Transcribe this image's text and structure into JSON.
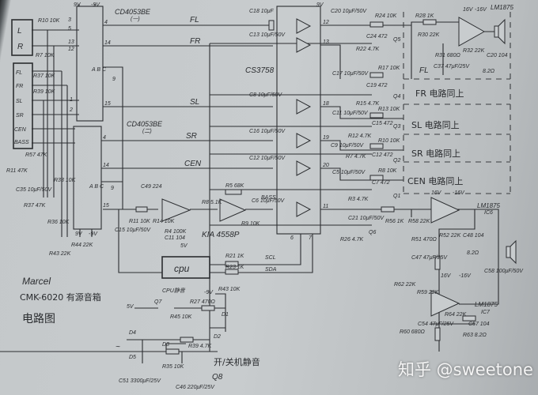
{
  "inputs": {
    "l": "L",
    "r": "R",
    "fl": "FL",
    "fr": "FR",
    "sl": "SL",
    "sr": "SR",
    "cen": "CEN",
    "bass": "BASS"
  },
  "chips": {
    "sw1": "CD4053BE",
    "sw1_sub": "(一)",
    "sw2": "CD4053BE",
    "sw2_sub": "(二)",
    "vol": "CS3758",
    "opamp": "KIA 4558P",
    "cpu": "cpu",
    "pa_top": "LM1875",
    "ic6": "LM1875",
    "ic6_sub": "IC6",
    "ic7": "LM1875",
    "ic7_sub": "IC7"
  },
  "signals": {
    "fl": "FL",
    "fr": "FR",
    "sl": "SL",
    "sr": "SR",
    "cen": "CEN",
    "bass": "BASS",
    "scl": "SCL",
    "sda": "SDA"
  },
  "rails": {
    "p9": "9V",
    "n9": "-9V",
    "p9b": "9V",
    "p16": "16V",
    "n16": "-16V",
    "p16b": "16V",
    "n16b": "-16V",
    "p16c": "16V",
    "n16c": "-16V",
    "p5": "5V",
    "p5b": "5V",
    "n9b": "-9V",
    "p9c": "9V",
    "n9c": "-9V"
  },
  "pins": {
    "p4": "4",
    "p14": "14",
    "p15": "15",
    "p4b": "4",
    "p14b": "14",
    "p15b": "15",
    "p12": "12",
    "p13": "13",
    "p18": "18",
    "p19": "19",
    "p20": "20",
    "p11": "11",
    "p6": "6",
    "p7": "7",
    "abc1": "A B C",
    "abc2": "A B C",
    "p9a": "9",
    "p9b": "9",
    "p3": "3",
    "p5": "5",
    "p13b": "13",
    "p12b": "12",
    "p1": "1",
    "p2": "2"
  },
  "sections": {
    "fl": "FL",
    "fr": "FR 电路同上",
    "sl": "SL 电路同上",
    "sr": "SR 电路同上",
    "cen": "CEN 电路同上"
  },
  "parts": {
    "r10": "R10 10K",
    "r7a": "R7 10K",
    "r37a": "R37 10K",
    "r39a": "R39 10K",
    "r57": "R57 47K",
    "r11a": "R11 47K",
    "c35": "C35 10μF/50V",
    "r33": "R33 10K",
    "r43": "R43 22K",
    "r44": "R44 22K",
    "r36": "R36 10K",
    "r37": "R37 47K",
    "c18": "C18 10μF",
    "c13": "C13 10μF/50V",
    "c8": "C8 10μF/50V",
    "c16": "C16 10μF/50V",
    "c12": "C12 10μF/50V",
    "c6": "C6 10μF/50V",
    "c20": "C20 10μF/50V",
    "r24": "R24 10K",
    "c24": "C24 472",
    "q5": "Q5",
    "r22": "R22 4.7K",
    "r28": "R28 1K",
    "r30": "R30 22K",
    "r31": "R31 680Ω",
    "c37": "C37 47μF/25V",
    "r32": "R32 22K",
    "c20b": "C20 104",
    "r8b": "8.2Ω",
    "c17": "C17 10μF/50V",
    "r17": "R17 10K",
    "c19": "C19 472",
    "q4": "Q4",
    "r15": "R15 4.7K",
    "c11": "C11 10μF/50V",
    "r13": "R13 10K",
    "c15b": "C15 472",
    "q3": "Q3",
    "r12": "R12 4.7K",
    "c9": "C9 10μF/50V",
    "r10b": "R10 10K",
    "c12b": "C12 472",
    "q2": "Q2",
    "r7": "R7 4.7K",
    "c5": "C5 10μF/50V",
    "r8": "R8 10K",
    "c7": "C7 472",
    "q1": "Q1",
    "c49": "C49 224",
    "r5": "R5 68K",
    "c15": "C15 10μF/50V",
    "r11": "R11 10K",
    "r14": "R14 10K",
    "r4": "R4 100K",
    "c11b": "C11 104",
    "r8c": "R8 5.1K",
    "r9": "R9 10K",
    "r3": "R3 4.7K",
    "c21": "C21 10μF/50V",
    "r26": "R26 4.7K",
    "q6": "Q6",
    "r56": "R56 1K",
    "r58": "R58 22K",
    "r51": "R51 470Ω",
    "c47": "C47 47μF/25V",
    "r52": "R52 22K",
    "c48": "C48 104",
    "r8d": "8.2Ω",
    "c58": "C58 100μF/50V",
    "r62": "R62 22K",
    "r59": "R59 22K",
    "r60": "R60 680Ω",
    "c54": "C54 47μF/25V",
    "r64": "R64 22K",
    "c57": "C57 104",
    "r63": "R63 8.2Ω",
    "r21": "R21 1K",
    "r23": "R23 1K",
    "q7": "Q7",
    "cpu_mute": "CPU静音",
    "r45": "R45 10K",
    "r27": "R27 470Ω",
    "d1": "D1",
    "r43b": "R43 10K",
    "d4": "D4",
    "d5": "D5",
    "ac": "~",
    "r39": "R39 4.7K",
    "d3": "D3",
    "d2": "D2",
    "r35": "R35 10K",
    "c51": "C51 3300μF/25V",
    "c46": "C46 220μF/25V",
    "q8": "Q8",
    "power_mute": "开/关机静音"
  },
  "title": {
    "author": "Marcel",
    "model": "CMK-6020 有源音箱",
    "kind": "电路图"
  },
  "watermark": "知乎 @sweetone"
}
